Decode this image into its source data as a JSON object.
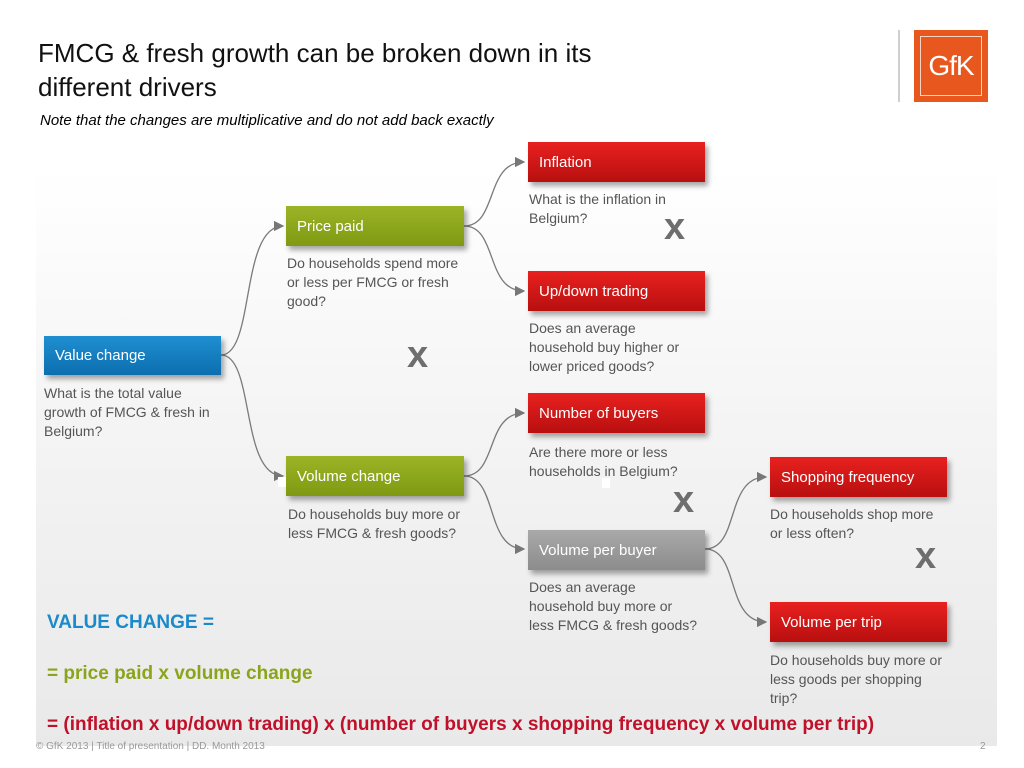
{
  "header": {
    "title": "FMCG & fresh growth can be broken down in its different drivers",
    "subtitle": "Note that the changes are multiplicative and do not add back exactly",
    "logo_text": "GfK"
  },
  "nodes": {
    "value_change": {
      "label": "Value change",
      "desc": "What is the total value growth of FMCG & fresh in Belgium?"
    },
    "price_paid": {
      "label": "Price paid",
      "desc": "Do households spend more or less per FMCG or fresh good?"
    },
    "volume_change": {
      "label": "Volume change",
      "desc": "Do households buy more or less FMCG & fresh goods?"
    },
    "inflation": {
      "label": "Inflation",
      "desc": "What is the inflation in Belgium?"
    },
    "up_down_trading": {
      "label": "Up/down trading",
      "desc": "Does an average household buy higher or lower priced goods?"
    },
    "number_of_buyers": {
      "label": "Number of buyers",
      "desc": "Are there more or less households in Belgium?"
    },
    "volume_per_buyer": {
      "label": "Volume per buyer",
      "desc": "Does an average household buy more or less FMCG & fresh goods?"
    },
    "shopping_frequency": {
      "label": "Shopping frequency",
      "desc": "Do households shop more or less often?"
    },
    "volume_per_trip": {
      "label": "Volume per trip",
      "desc": "Do households buy more or less goods per shopping trip?"
    }
  },
  "multiply_symbol": "x",
  "formulas": {
    "line1": "VALUE CHANGE =",
    "line2": "= price paid x volume change",
    "line3": "= (inflation x up/down trading) x (number of buyers x shopping frequency x volume per trip)"
  },
  "colors": {
    "blue": "#0c7cc0",
    "green": "#8aa51b",
    "red": "#c81414",
    "grey": "#999999",
    "formula_blue": "#1a8acb",
    "formula_green": "#8aa51b",
    "formula_red": "#c0102a"
  },
  "footer": {
    "text": "© GfK 2013 | Title of presentation | DD. Month 2013",
    "page": "2"
  }
}
